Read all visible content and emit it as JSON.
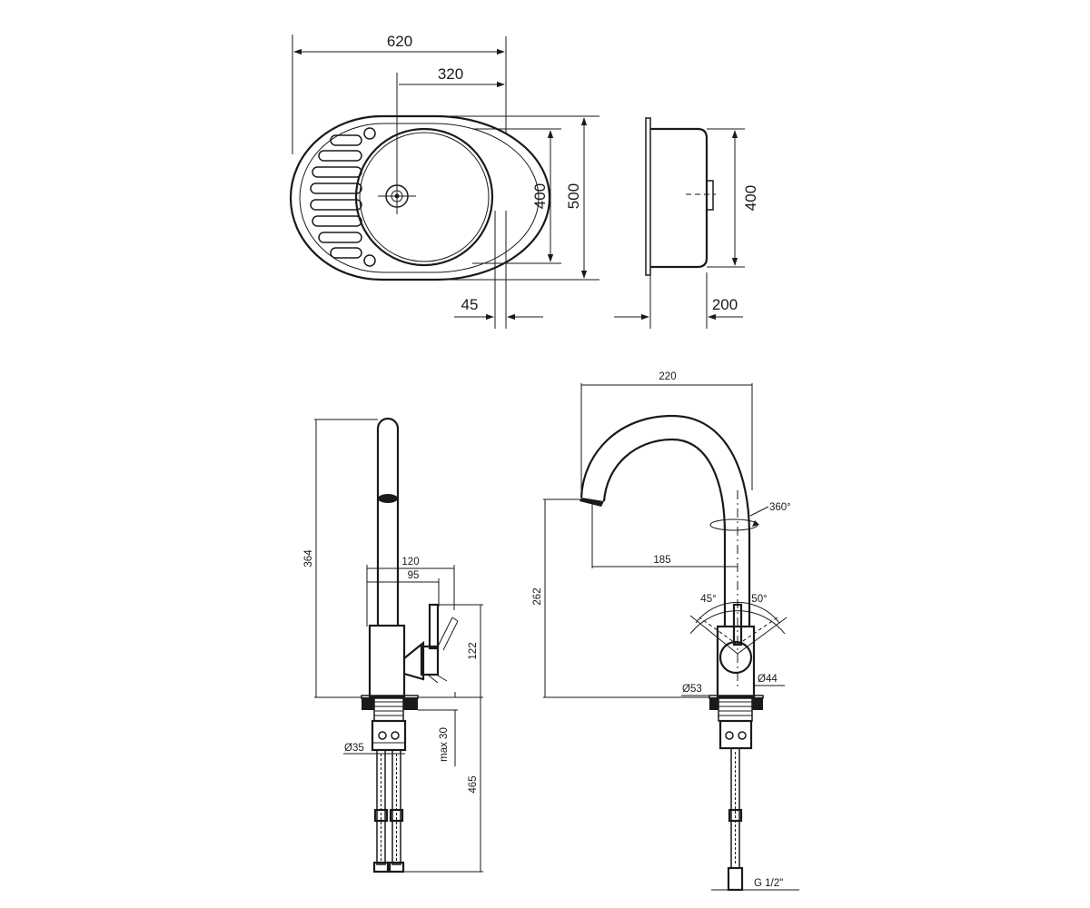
{
  "sink_top_view": {
    "overall_width": "620",
    "bowl_offset": "320",
    "bowl_diameter": "400",
    "overall_depth": "500",
    "edge_offset": "45"
  },
  "sink_side_view": {
    "bowl_height": "400",
    "depth": "200"
  },
  "faucet_side_view": {
    "total_height": "364",
    "handle_reach": "120",
    "body_reach": "95",
    "body_height": "122",
    "mount_thickness": "max 30",
    "hose_length": "465",
    "base_diameter": "Ø35"
  },
  "faucet_front_view": {
    "spout_reach": "220",
    "spout_inner_reach": "185",
    "outlet_height": "262",
    "rotation": "360°",
    "handle_angle_left": "45°",
    "handle_angle_right": "50°",
    "base_diameter": "Ø53",
    "body_diameter": "Ø44",
    "thread": "G 1/2\""
  }
}
